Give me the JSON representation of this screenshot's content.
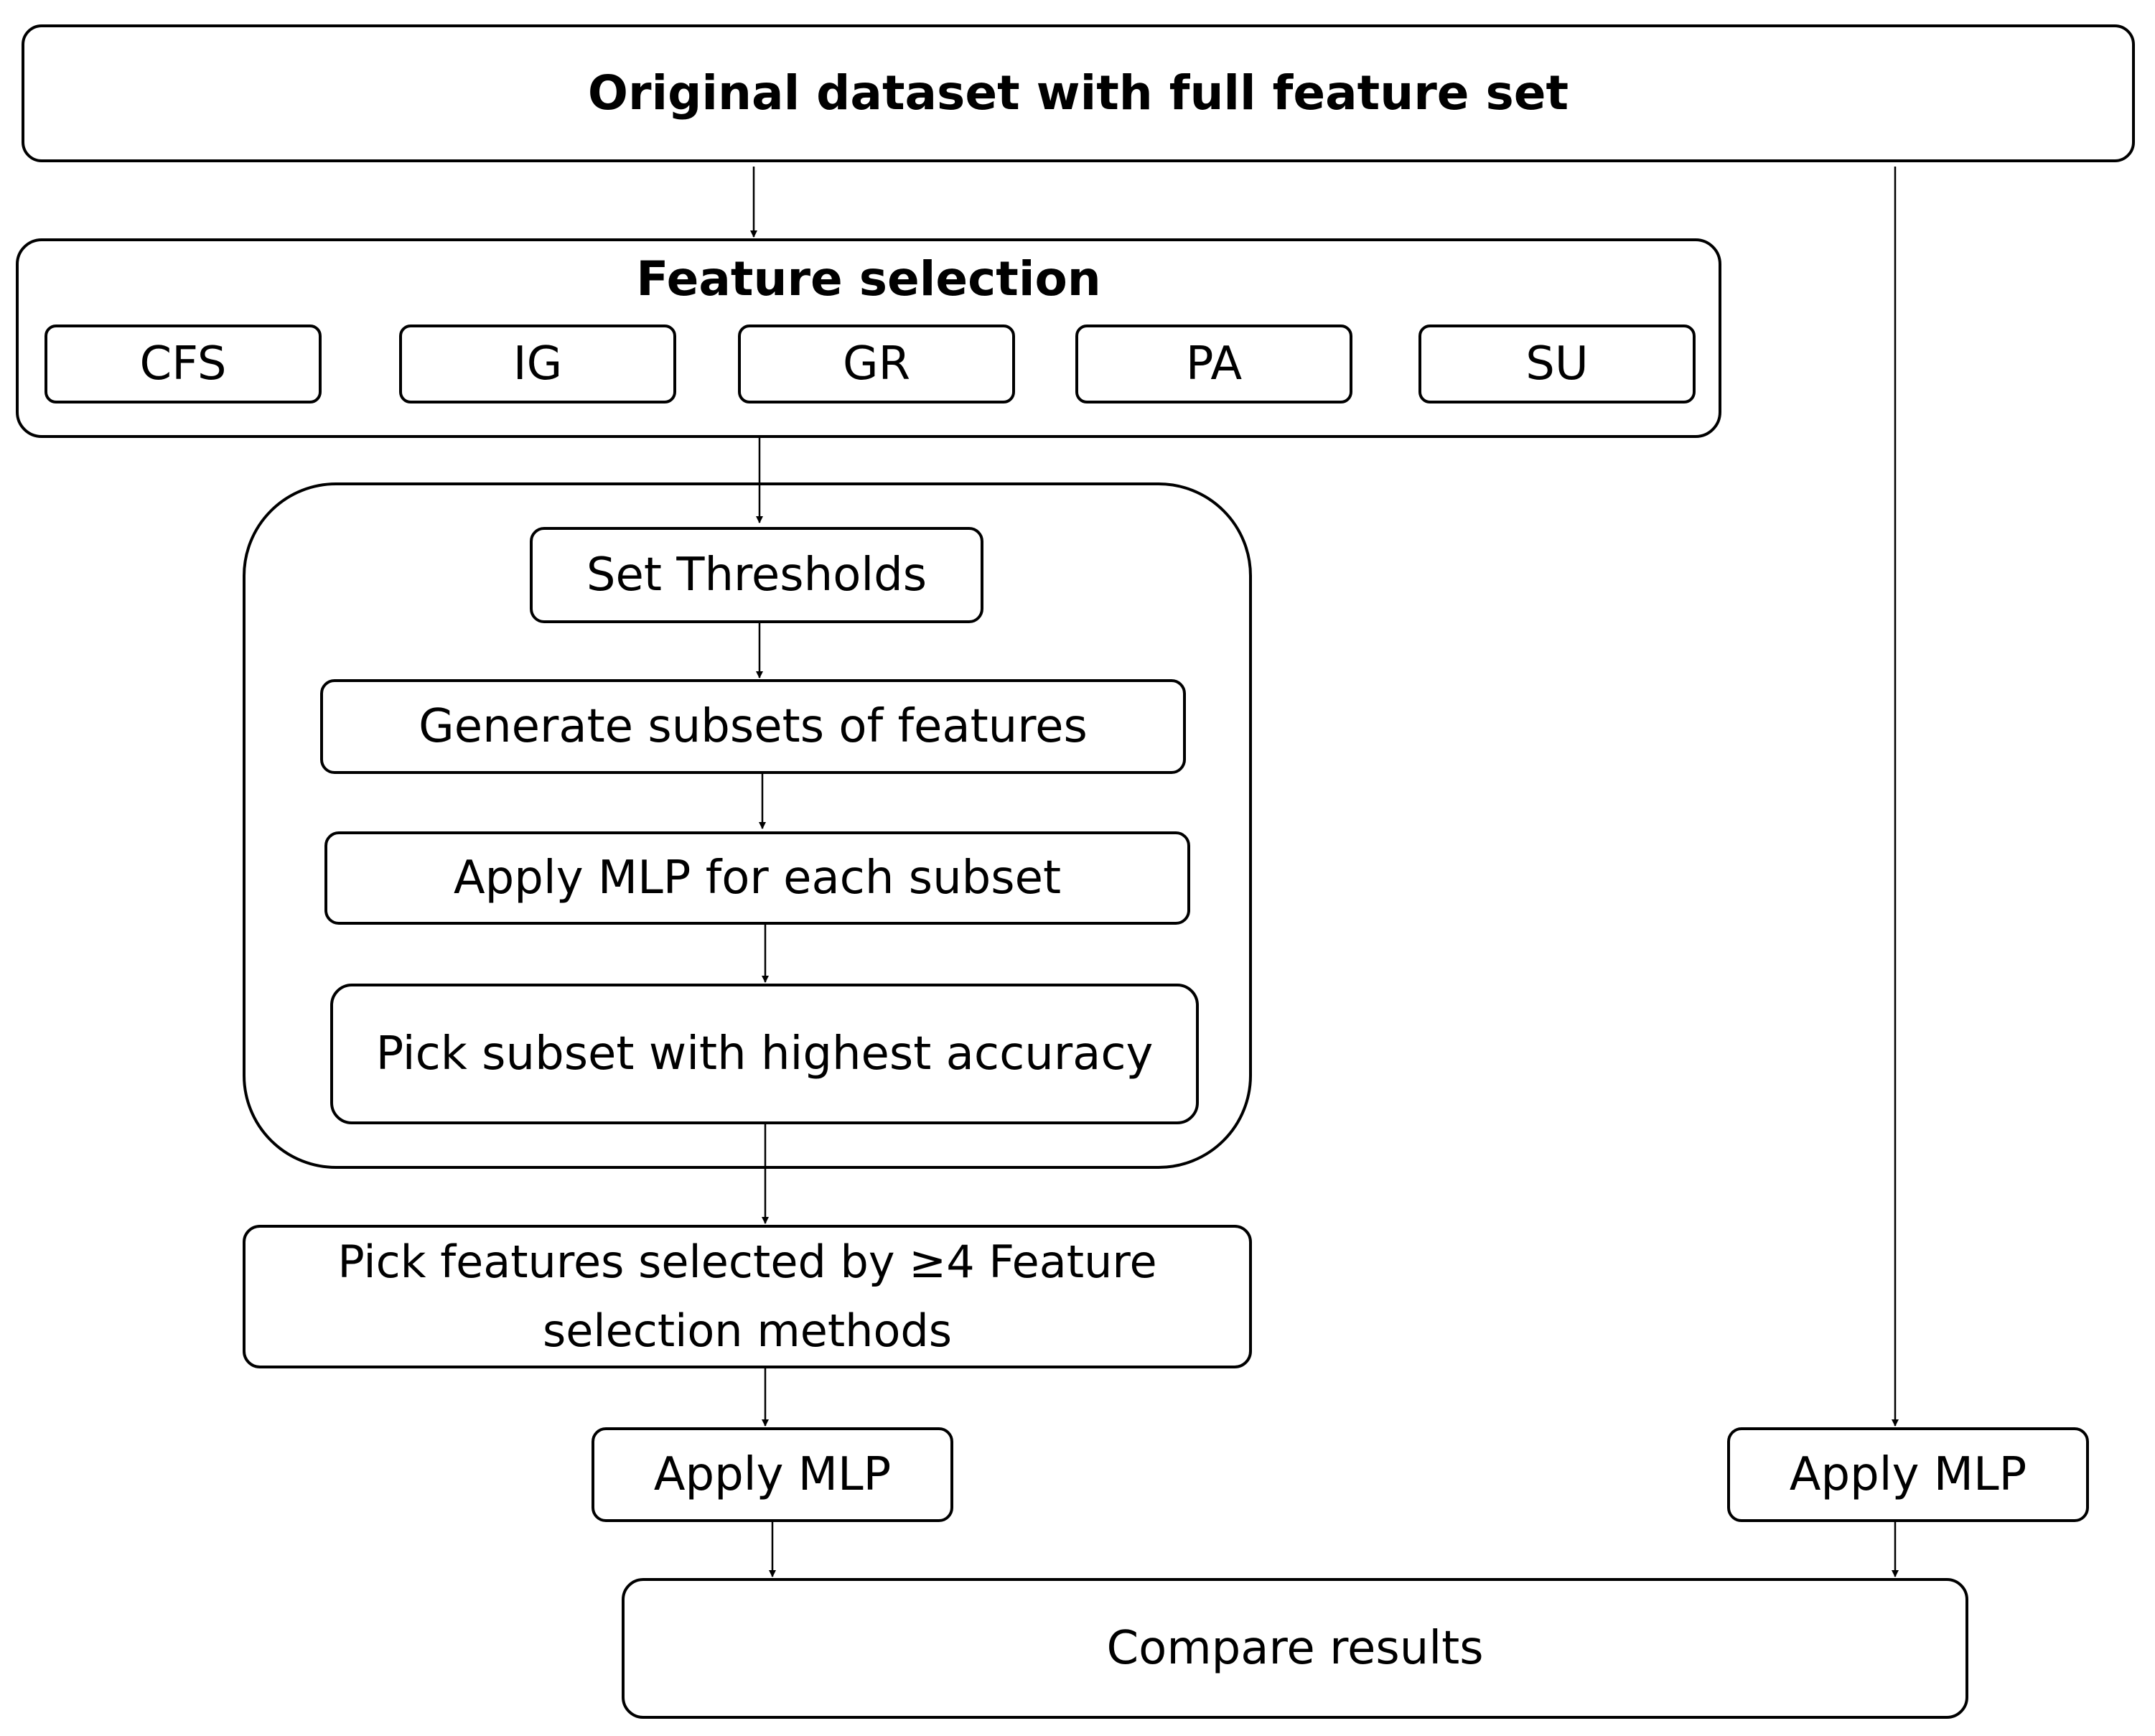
{
  "diagram": {
    "top_box": "Original dataset with full feature set",
    "feature_selection": {
      "title": "Feature selection",
      "methods": [
        "CFS",
        "IG",
        "GR",
        "PA",
        "SU"
      ]
    },
    "loop": {
      "steps": [
        "Set Thresholds",
        "Generate subsets of features",
        "Apply MLP for each subset",
        "Pick subset with highest accuracy"
      ]
    },
    "consensus": "Pick features selected by ≥4 Feature selection methods",
    "apply_left": "Apply MLP",
    "apply_right": "Apply MLP",
    "compare": "Compare results"
  }
}
